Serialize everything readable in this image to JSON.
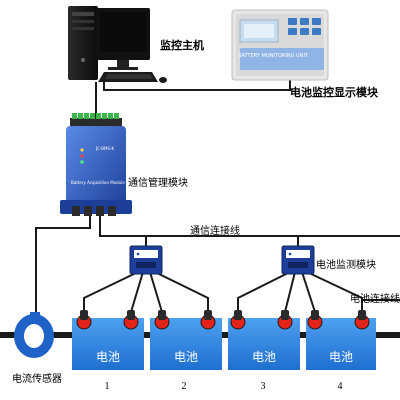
{
  "labels": {
    "host": "监控主机",
    "display_module": "电池监控显示模块",
    "comm_module": "通信管理模块",
    "comm_line": "通信连接线",
    "monitor_module": "电池监测模块",
    "battery_line": "电池连接线",
    "current_sensor": "电流传感器"
  },
  "display_panel_text": "BATTERY MONITORING UNIT",
  "comm_module_text": "Battery Acquisition Module",
  "batteries": [
    {
      "label": "电池",
      "number": "1"
    },
    {
      "label": "电池",
      "number": "2"
    },
    {
      "label": "电池",
      "number": "3"
    },
    {
      "label": "电池",
      "number": "4"
    }
  ],
  "colors": {
    "battery_blue": "#2f86e6",
    "terminal_red": "#e2231a",
    "module_blue": "#2a5cc8",
    "display_screen": "#c8dcf0",
    "line": "#1a1a1a"
  }
}
